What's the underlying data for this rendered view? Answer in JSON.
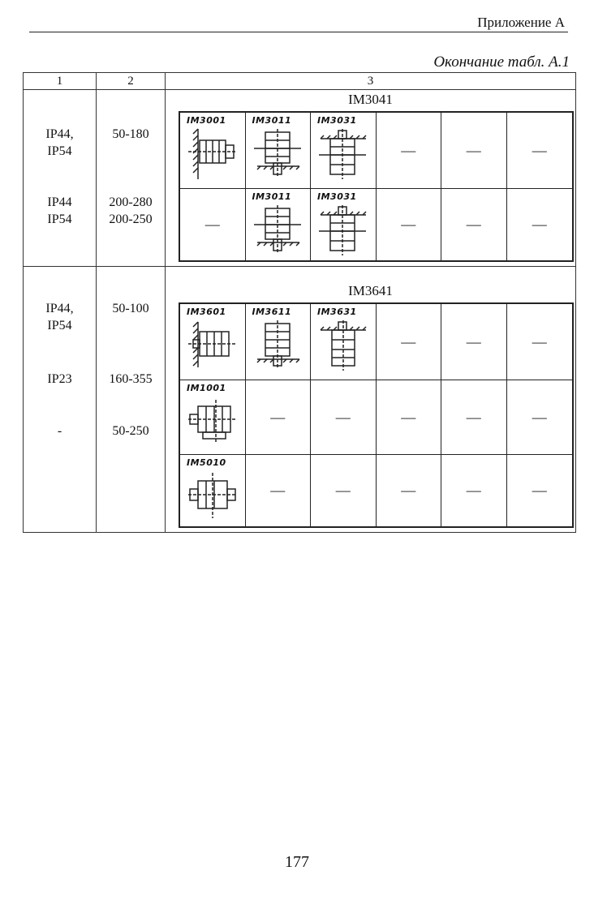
{
  "header": {
    "title": "Приложение А"
  },
  "caption": "Окончание табл. А.1",
  "table": {
    "columns": [
      "1",
      "2",
      "3"
    ],
    "groups": [
      {
        "title": "IM3041",
        "protection": [
          "IP44,",
          "IP54",
          "IP44",
          "IP54"
        ],
        "ranges": [
          "50-180",
          "200-280",
          "200-250"
        ],
        "rows": [
          [
            "IM3001",
            "IM3011",
            "IM3031",
            "—",
            "—",
            "—"
          ],
          [
            "—",
            "IM3011",
            "IM3031",
            "—",
            "—",
            "—"
          ]
        ]
      },
      {
        "title": "IM3641",
        "protection": [
          "IP44,",
          "IP54",
          "IP23",
          "-"
        ],
        "ranges": [
          "50-100",
          "160-355",
          "50-250"
        ],
        "rows": [
          [
            "IM3601",
            "IM3611",
            "IM3631",
            "—",
            "—",
            "—"
          ],
          [
            "IM1001",
            "—",
            "—",
            "—",
            "—",
            "—"
          ],
          [
            "IM5010",
            "—",
            "—",
            "—",
            "—",
            "—"
          ]
        ]
      }
    ]
  },
  "page_number": "177"
}
